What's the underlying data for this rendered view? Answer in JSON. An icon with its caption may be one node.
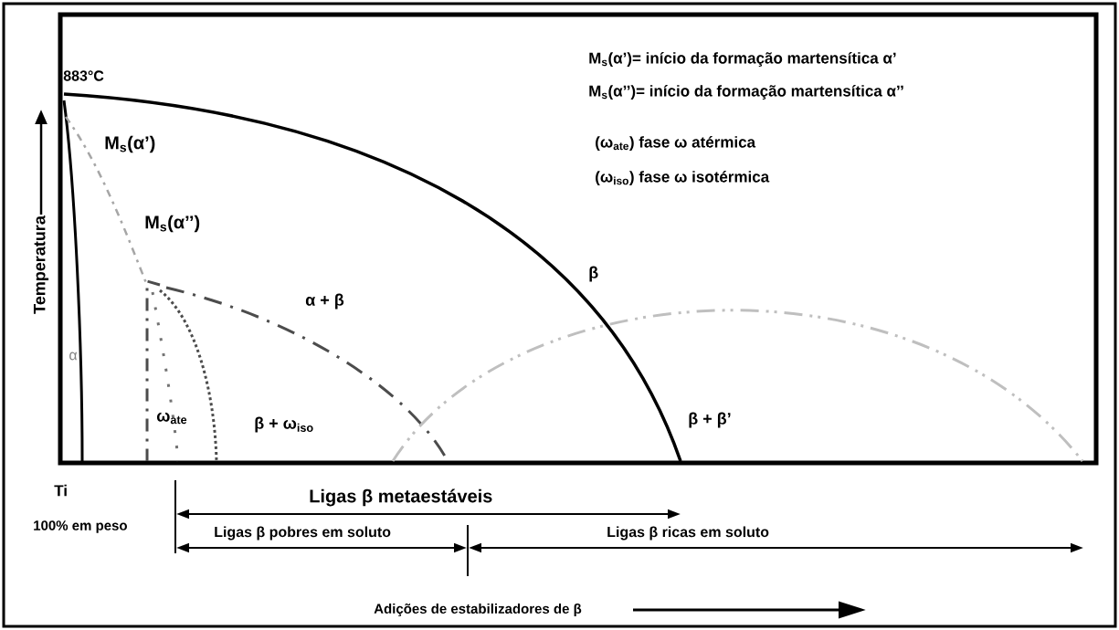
{
  "diagram": {
    "labels": [
      "M$_{s}$(α’)= início da formação martensítica α’",
      "883°C",
      "M$_{s}$(α’’)= início da formação martensítica α’’",
      "(ω$_{ate}$) fase ω atérmica",
      "M$_{s}$(α’)",
      "(ω$_{iso}$) fase ω isotérmica",
      "M$_{s}$(α’’)",
      "β",
      "α + β",
      "Temperatura",
      "α",
      "β + β’",
      "ω$_{ate}$",
      "β + ω$_{iso}$",
      "Ti",
      "Ligas β metaestáveis",
      "100% em peso",
      "Ligas β pobres em soluto",
      "Ligas β ricas em soluto",
      "Adições de estabilizadores de β"
    ]
  }
}
